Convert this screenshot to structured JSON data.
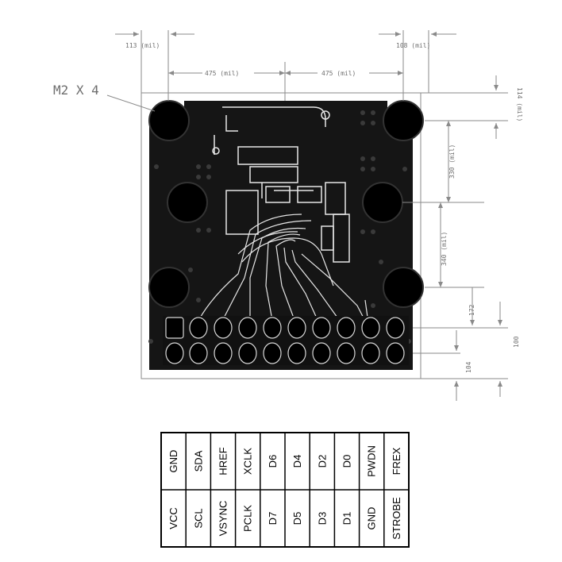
{
  "dimensions": {
    "top_left": "113 (mil)",
    "top_right": "108 (mil)",
    "span_left": "475 (mil)",
    "span_right": "475 (mil)",
    "right_top": "114 (mil)",
    "right_mid": "330 (mil)",
    "right_low": "340 (mil)",
    "right_172": "172",
    "right_100": "100",
    "right_104": "104"
  },
  "mount_label": "M2 X 4",
  "pinout": {
    "top_row": [
      "GND",
      "SDA",
      "HREF",
      "XCLK",
      "D6",
      "D4",
      "D2",
      "D0",
      "PWDN",
      "FREX"
    ],
    "bottom_row": [
      "VCC",
      "SCL",
      "VSYNC",
      "PCLK",
      "D7",
      "D5",
      "D3",
      "D1",
      "GND",
      "STROBE"
    ]
  },
  "colors": {
    "board": "#151515",
    "hole": "#000000",
    "trace": "#e6e6e6",
    "outline": "#8a8a8a"
  }
}
